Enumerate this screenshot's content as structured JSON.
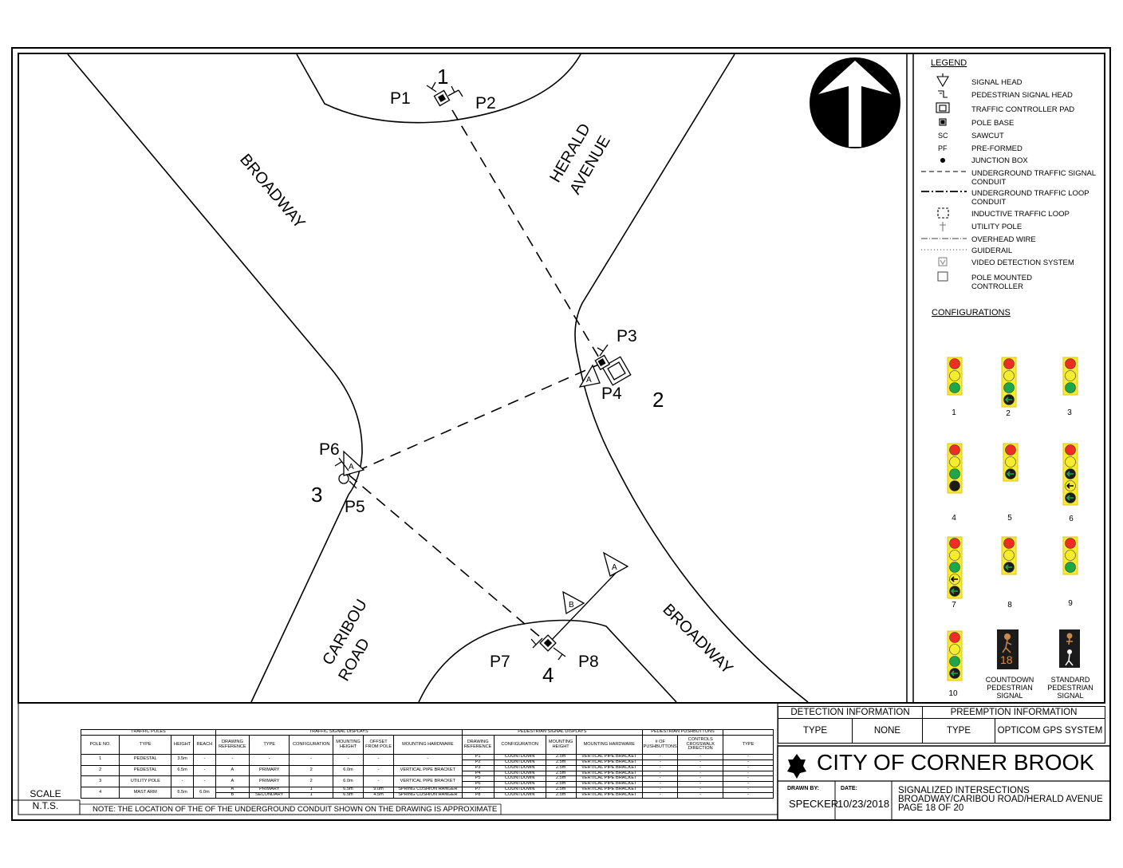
{
  "colors": {
    "line": "#000000",
    "red": "#ee2d24",
    "yellow": "#f6ec2e",
    "green": "#1aa84a",
    "dark": "#1b1b1b",
    "lens_border": "#e0c020"
  },
  "map": {
    "street_names": [
      "BROADWAY",
      "HERALD",
      "AVENUE",
      "CARIBOU",
      "ROAD",
      "BROADWAY"
    ],
    "pole_labels": [
      "P1",
      "P2",
      "P3",
      "P4",
      "P5",
      "P6",
      "P7",
      "P8"
    ],
    "intersection_numbers": [
      "1",
      "2",
      "3",
      "4"
    ],
    "signal_letters": [
      "A",
      "A",
      "A",
      "B"
    ],
    "north_arrow": "north-arrow-icon"
  },
  "legend": {
    "title": "LEGEND",
    "items": [
      {
        "label": "SIGNAL HEAD",
        "icon": "signal-head-icon"
      },
      {
        "label": "PEDESTRIAN SIGNAL HEAD",
        "icon": "pedestrian-signal-icon"
      },
      {
        "label": "TRAFFIC CONTROLLER PAD",
        "icon": "controller-pad-icon"
      },
      {
        "label": "POLE BASE",
        "icon": "pole-base-icon"
      },
      {
        "label": "SAWCUT",
        "symbol": "SC"
      },
      {
        "label": "PRE-FORMED",
        "symbol": "PF"
      },
      {
        "label": "JUNCTION BOX",
        "icon": "junction-box-icon"
      },
      {
        "label": "UNDERGROUND TRAFFIC SIGNAL CONDUIT",
        "icon": "dashed-line-icon"
      },
      {
        "label": "UNDERGROUND TRAFFIC LOOP CONDUIT",
        "icon": "dash-dot-line-icon"
      },
      {
        "label": "INDUCTIVE TRAFFIC LOOP",
        "icon": "traffic-loop-icon"
      },
      {
        "label": "UTILITY POLE",
        "icon": "utility-pole-icon"
      },
      {
        "label": "OVERHEAD WIRE",
        "icon": "overhead-wire-icon"
      },
      {
        "label": "GUIDERAIL",
        "icon": "guiderail-icon"
      },
      {
        "label": "VIDEO DETECTION SYSTEM",
        "icon": "video-detection-icon"
      },
      {
        "label": "POLE MOUNTED CONTROLLER",
        "icon": "pole-controller-icon"
      }
    ]
  },
  "configurations": {
    "title": "CONFIGURATIONS",
    "labels": [
      "1",
      "2",
      "3",
      "4",
      "5",
      "6",
      "7",
      "8",
      "9",
      "10"
    ],
    "countdown_label": "COUNTDOWN PEDESTRIAN SIGNAL",
    "countdown_value": "18",
    "standard_label": "STANDARD PEDESTRIAN SIGNAL"
  },
  "detection": {
    "header": "DETECTION INFORMATION",
    "type_label": "TYPE",
    "type_value": "NONE"
  },
  "preemption": {
    "header": "PREEMPTION INFORMATION",
    "type_label": "TYPE",
    "type_value": "OPTICOM GPS SYSTEM"
  },
  "title_block": {
    "organization": "CITY OF CORNER BROOK",
    "drawn_by_label": "DRAWN BY:",
    "drawn_by": "SPECKER",
    "date_label": "DATE:",
    "date": "10/23/2018",
    "title_lines": [
      "SIGNALIZED INTERSECTIONS",
      "BROADWAY/CARIBOU ROAD/HERALD AVENUE",
      "PAGE 18 OF 20"
    ]
  },
  "scale": {
    "label": "SCALE",
    "value": "N.T.S."
  },
  "note": "NOTE: THE LOCATION OF THE OF THE UNDERGROUND CONDUIT SHOWN ON THE DRAWING IS APPROXIMATE",
  "poles_table": {
    "group_headers": [
      "TRAFFIC POLES",
      "TRAFFIC SIGNAL DISPLAYS",
      "PEDESTRIAN SIGNAL DISPLAYS",
      "PEDESTRIAN PUSHBUTTONS"
    ],
    "columns": [
      "POLE NO.",
      "TYPE",
      "HEIGHT",
      "REACH",
      "DRAWING REFERENCE",
      "TYPE",
      "CONFIGURATION",
      "MOUNTING HEIGHT",
      "OFFSET FROM POLE",
      "MOUNTING HARDWARE",
      "DRAWING REFERENCE",
      "CONFIGURATION",
      "MOUNTING HEIGHT",
      "MOUNTING HARDWARE",
      "# OF PUSHBUTTONS",
      "CONTROLS CROSSWALK DIRECTION",
      "TYPE"
    ],
    "poles": [
      {
        "no": "1",
        "type": "PEDESTAL",
        "height": "3.5m",
        "reach": "-",
        "ref": "-",
        "sig_type": "-",
        "config": "-",
        "mount": "-",
        "offset": "-",
        "hardware": "-"
      },
      {
        "no": "2",
        "type": "PEDESTAL",
        "height": "6.5m",
        "reach": "-",
        "ref": "A",
        "sig_type": "PRIMARY",
        "config": "2",
        "mount": "6.0m",
        "offset": "-",
        "hardware": "VERTICAL PIPE BRACKET"
      },
      {
        "no": "3",
        "type": "UTILITY POLE",
        "height": "-",
        "reach": "-",
        "ref": "A",
        "sig_type": "PRIMARY",
        "config": "2",
        "mount": "6.0m",
        "offset": "-",
        "hardware": "VERTICAL PIPE BRACKET"
      }
    ],
    "pole4": {
      "no": "4",
      "type": "MAST ARM",
      "height": "6.5m",
      "reach": "6.0m",
      "rows": [
        {
          "ref": "A",
          "sig_type": "PRIMARY",
          "config": "1",
          "mount": "6.5m",
          "offset": "9.0m",
          "hardware": "SPRING CUSHION HANGER"
        },
        {
          "ref": "B",
          "sig_type": "SECONDARY",
          "config": "1",
          "mount": "6.5m",
          "offset": "4.5m",
          "hardware": "SPRING CUSHION HANGER"
        }
      ]
    },
    "ped_rows": [
      {
        "ref": "P1",
        "config": "COUNTDOWN",
        "mount": "2.5m",
        "hardware": "VERTICAL PIPE BRACKET",
        "buttons": "-",
        "direction": "-",
        "type": "-"
      },
      {
        "ref": "P2",
        "config": "COUNTDOWN",
        "mount": "2.5m",
        "hardware": "VERTICAL PIPE BRACKET",
        "buttons": "-",
        "direction": "-",
        "type": "-"
      },
      {
        "ref": "P3",
        "config": "COUNTDOWN",
        "mount": "2.5m",
        "hardware": "VERTICAL PIPE BRACKET",
        "buttons": "-",
        "direction": "-",
        "type": "-"
      },
      {
        "ref": "P4",
        "config": "COUNTDOWN",
        "mount": "2.5m",
        "hardware": "VERTICAL PIPE BRACKET",
        "buttons": "-",
        "direction": "-",
        "type": "-"
      },
      {
        "ref": "P5",
        "config": "COUNTDOWN",
        "mount": "2.5m",
        "hardware": "VERTICAL PIPE BRACKET",
        "buttons": "-",
        "direction": "-",
        "type": "-"
      },
      {
        "ref": "P6",
        "config": "COUNTDOWN",
        "mount": "2.5m",
        "hardware": "VERTICAL PIPE BRACKET",
        "buttons": "-",
        "direction": "-",
        "type": "-"
      },
      {
        "ref": "P7",
        "config": "COUNTDOWN",
        "mount": "2.5m",
        "hardware": "VERTICAL PIPE BRACKET",
        "buttons": "-",
        "direction": "-",
        "type": "-"
      },
      {
        "ref": "P8",
        "config": "COUNTDOWN",
        "mount": "2.5m",
        "hardware": "VERTICAL PIPE BRACKET",
        "buttons": "-",
        "direction": "-",
        "type": "-"
      }
    ]
  }
}
